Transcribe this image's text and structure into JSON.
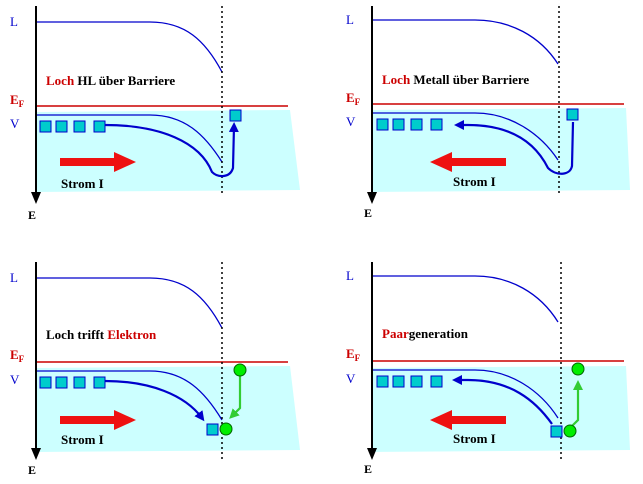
{
  "colors": {
    "band": "#0000cc",
    "fermi": "#cc0000",
    "fill": "#ccffff",
    "hole": "#00cccc",
    "arrow_blue": "#0000cc",
    "arrow_green": "#33cc33",
    "electron": "#00ee00",
    "current_arrow": "#ee1111",
    "red_text": "#cc0000",
    "black": "#000000"
  },
  "labels": {
    "L": "L",
    "EF_main": "E",
    "EF_sub": "F",
    "V": "V",
    "E": "E",
    "strom": "Strom I"
  },
  "panels": [
    {
      "id": "p1",
      "title_red": "Loch",
      "title_black": " HL über Barriere",
      "title_red2": ""
    },
    {
      "id": "p2",
      "title_red": "Loch",
      "title_black": " Metall über Barriere",
      "title_red2": ""
    },
    {
      "id": "p3",
      "title_red": "",
      "title_black": "Loch trifft ",
      "title_red2": "Elektron"
    },
    {
      "id": "p4",
      "title_red": "Paar",
      "title_black": "generation",
      "title_red2": ""
    }
  ]
}
